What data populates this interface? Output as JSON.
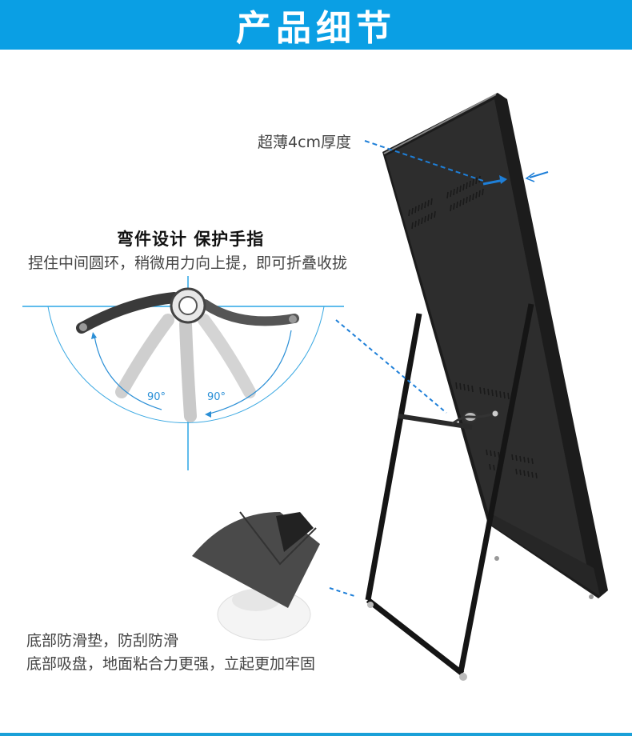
{
  "header": {
    "title": "产品细节",
    "background": "#0a9fe4"
  },
  "callouts": {
    "thickness": "超薄4cm厚度",
    "hinge": {
      "title": "弯件设计  保护手指",
      "description": "捏住中间圆环，稍微用力向上提，即可折叠收拢",
      "angle_left": "90°",
      "angle_right": "90°"
    },
    "base": {
      "line1": "底部防滑垫，防刮防滑",
      "line2": "底部吸盘，地面粘合力更强，立起更加牢固"
    }
  },
  "colors": {
    "accent": "#1e7fd8",
    "guide_line": "#2ba6e6",
    "product": "#2a2a2a"
  },
  "icons": {
    "thickness_arrow_in": "arrow-right-icon",
    "thickness_arrow_out": "arrow-left-icon"
  }
}
